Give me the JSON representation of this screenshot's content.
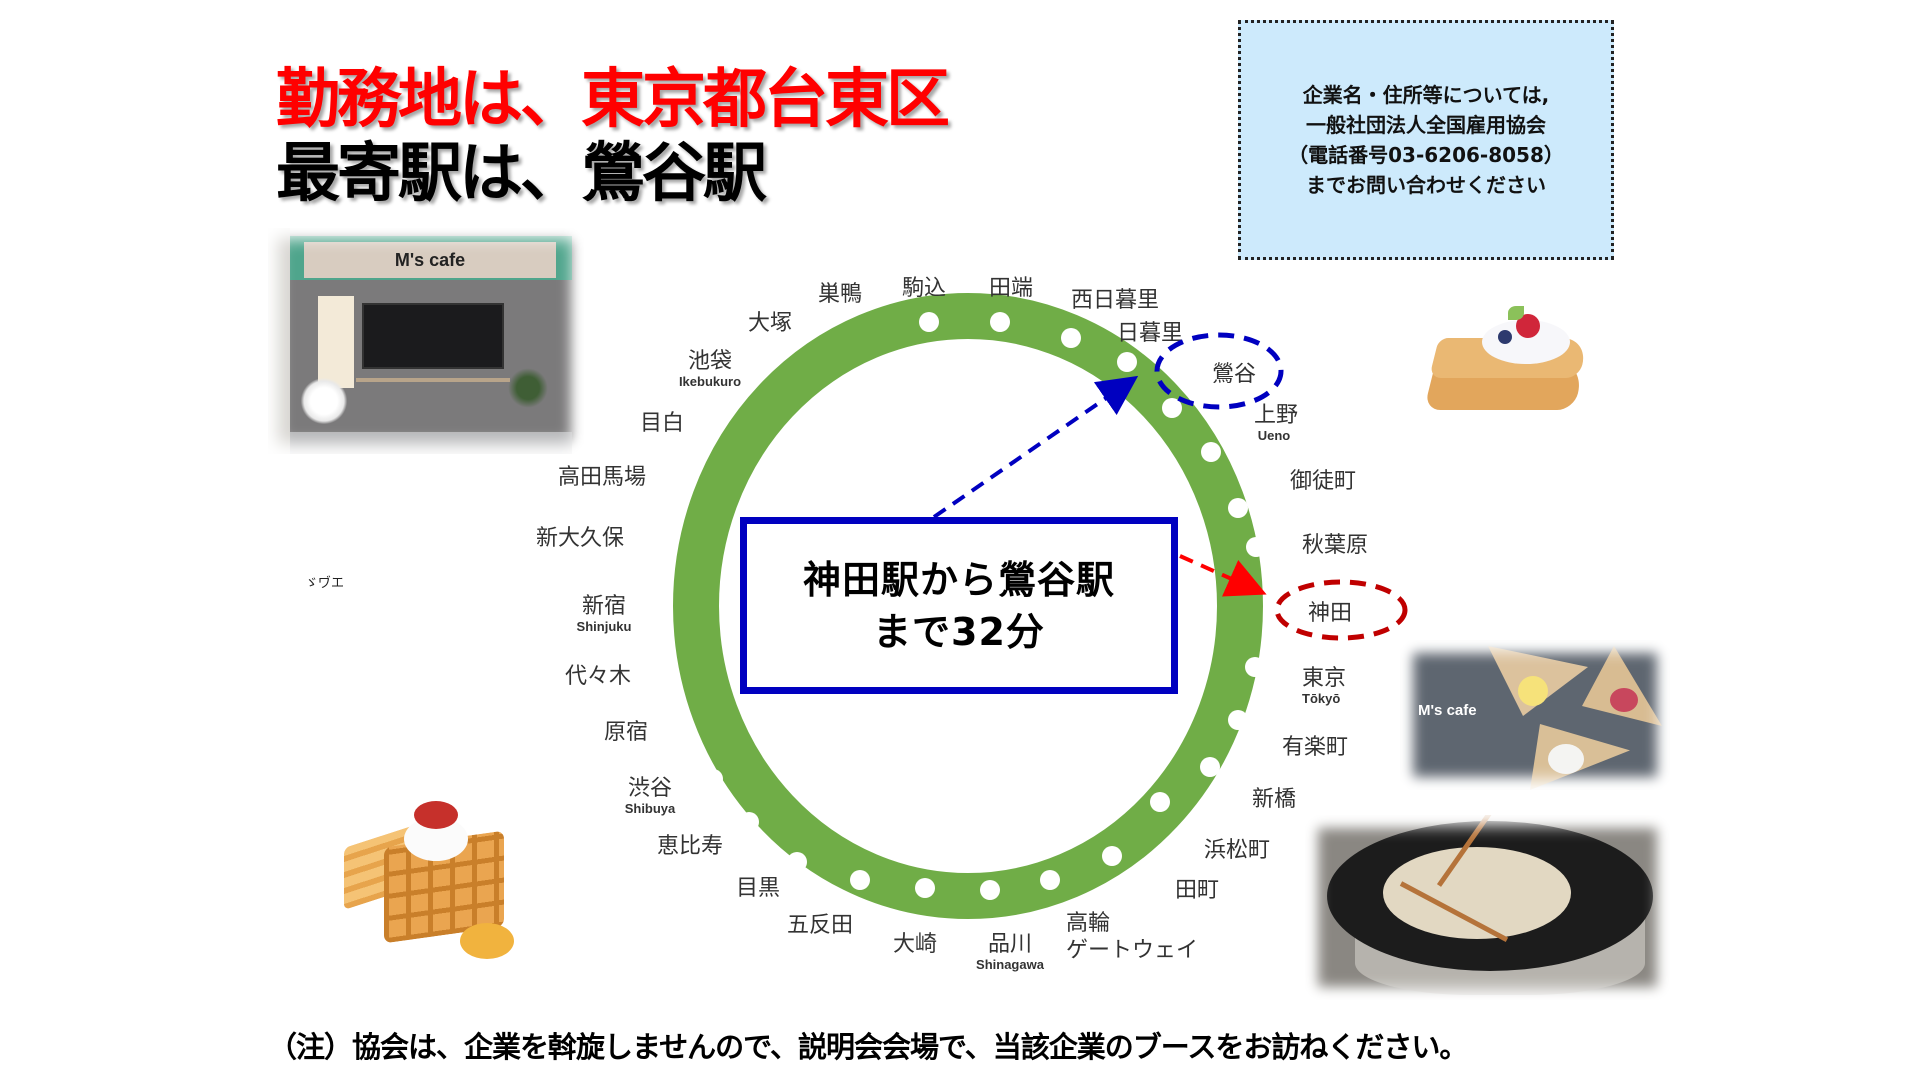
{
  "headline": {
    "line1": "勤務地は、東京都台東区",
    "line2": "最寄駅は、鶯谷駅",
    "line1_color": "#ff0000",
    "line2_color": "#000000"
  },
  "info_box": {
    "lines": [
      "企業名・住所等については,",
      "一般社団法人全国雇用協会",
      "（電話番号03-6206-8058）",
      "までお問い合わせください"
    ],
    "background": "#cdeafc"
  },
  "route_box": {
    "line1": "神田駅から鶯谷駅",
    "line2": "まで32分",
    "border_color": "#0000c0"
  },
  "line_map": {
    "line_color": "#70ad47",
    "highlight_destination": "鶯谷",
    "highlight_origin": "神田",
    "destination_ring_color": "#0000c0",
    "origin_ring_color": "#c00000",
    "stations": [
      {
        "name": "駒込",
        "roman": ""
      },
      {
        "name": "田端",
        "roman": ""
      },
      {
        "name": "西日暮里",
        "roman": ""
      },
      {
        "name": "日暮里",
        "roman": ""
      },
      {
        "name": "鶯谷",
        "roman": ""
      },
      {
        "name": "上野",
        "roman": "Ueno"
      },
      {
        "name": "御徒町",
        "roman": ""
      },
      {
        "name": "秋葉原",
        "roman": ""
      },
      {
        "name": "神田",
        "roman": ""
      },
      {
        "name": "東京",
        "roman": "Tōkyō"
      },
      {
        "name": "有楽町",
        "roman": ""
      },
      {
        "name": "新橋",
        "roman": ""
      },
      {
        "name": "浜松町",
        "roman": ""
      },
      {
        "name": "田町",
        "roman": ""
      },
      {
        "name": "高輪ゲートウェイ",
        "roman": ""
      },
      {
        "name": "品川",
        "roman": "Shinagawa"
      },
      {
        "name": "大崎",
        "roman": ""
      },
      {
        "name": "五反田",
        "roman": ""
      },
      {
        "name": "目黒",
        "roman": ""
      },
      {
        "name": "恵比寿",
        "roman": ""
      },
      {
        "name": "渋谷",
        "roman": "Shibuya"
      },
      {
        "name": "原宿",
        "roman": ""
      },
      {
        "name": "代々木",
        "roman": ""
      },
      {
        "name": "新宿",
        "roman": "Shinjuku"
      },
      {
        "name": "新大久保",
        "roman": ""
      },
      {
        "name": "高田馬場",
        "roman": ""
      },
      {
        "name": "目白",
        "roman": ""
      },
      {
        "name": "池袋",
        "roman": "Ikebukuro"
      },
      {
        "name": "大塚",
        "roman": ""
      },
      {
        "name": "巣鴨",
        "roman": ""
      }
    ]
  },
  "photos": {
    "storefront_sign": "M's cafe",
    "crepe_plate_caption": "M's cafe"
  },
  "stray_glyphs": "ゞヷエ",
  "footer_note": "（注）協会は、企業を斡旋しませんので、説明会会場で、当該企業のブースをお訪ねください。"
}
